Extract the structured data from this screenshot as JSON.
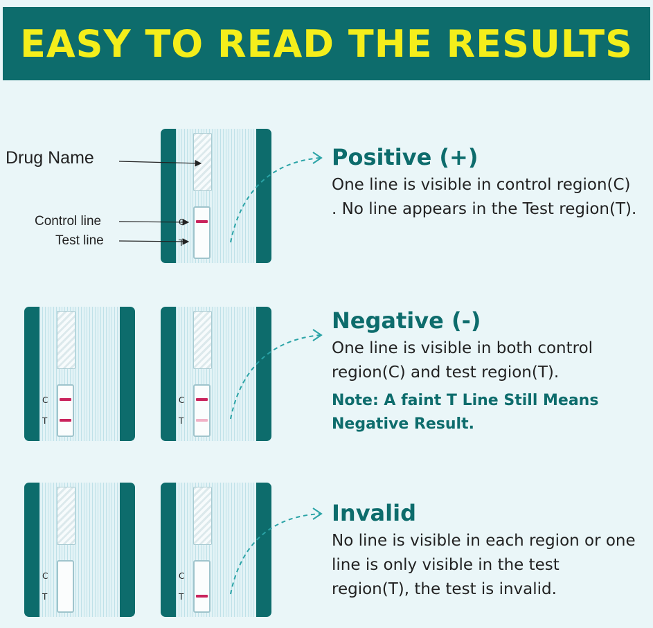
{
  "header": {
    "title": "EASY TO READ THE RESULTS"
  },
  "annotations": {
    "drug_name": "Drug Name",
    "control_line": "Control line",
    "test_line": "Test line"
  },
  "region_labels": {
    "c": "C",
    "t": "T"
  },
  "positive": {
    "title": "Positive (+)",
    "text": "One line is visible in control region(C) . No line appears in the Test region(T)."
  },
  "negative": {
    "title": "Negative (-)",
    "text": "One line is visible in both control region(C) and test region(T).",
    "note": "Note: A faint T Line Still Means Negative Result."
  },
  "invalid": {
    "title": "Invalid",
    "text": "No line is visible in each region or one line is only visible in the test region(T), the test is invalid."
  },
  "colors": {
    "teal": "#0d6c6c",
    "yellow": "#f4ee1b",
    "line_red": "#c9235c",
    "faint_red": "#f1b1c6",
    "bg": "#eaf6f8"
  }
}
